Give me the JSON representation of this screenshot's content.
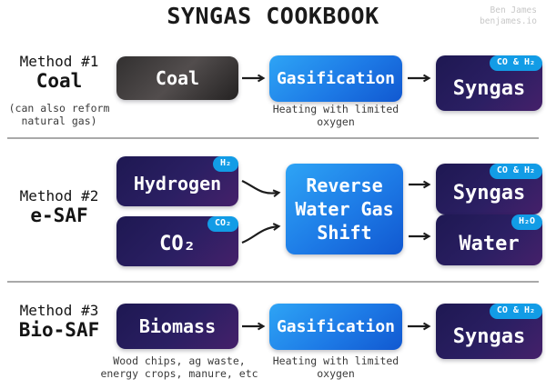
{
  "title": "SYNGAS COOKBOOK",
  "credit": {
    "name": "Ben James",
    "site": "benjames.io"
  },
  "colors": {
    "badge_blue": "#129ce6",
    "process_blue_start": "#2ea4f5",
    "process_blue_end": "#1158d0",
    "feedstock_dark_start": "#1e1852",
    "feedstock_dark_end": "#45206a",
    "coal_gray_start": "#323030",
    "coal_gray_end": "#242222",
    "arrow": "#1c1c1c",
    "divider_gray": "#a9a9a9",
    "credit_gray": "#c8c8c8"
  },
  "method1": {
    "label": "Method #1",
    "name": "Coal",
    "note1": "(can also reform",
    "note2": "natural gas)",
    "input": "Coal",
    "process": "Gasification",
    "process_caption1": "Heating with limited",
    "process_caption2": "oxygen",
    "output": "Syngas",
    "output_badge": "CO & H₂"
  },
  "method2": {
    "label": "Method #2",
    "name": "e-SAF",
    "input1": "Hydrogen",
    "input1_badge": "H₂",
    "input2": "CO₂",
    "input2_badge": "CO₂",
    "process_line1": "Reverse",
    "process_line2": "Water Gas",
    "process_line3": "Shift",
    "output1": "Syngas",
    "output1_badge": "CO & H₂",
    "output2": "Water",
    "output2_badge": "H₂O"
  },
  "method3": {
    "label": "Method #3",
    "name": "Bio-SAF",
    "input": "Biomass",
    "input_caption1": "Wood chips, ag waste,",
    "input_caption2": "energy crops, manure, etc",
    "process": "Gasification",
    "process_caption1": "Heating with limited",
    "process_caption2": "oxygen",
    "output": "Syngas",
    "output_badge": "CO & H₂"
  }
}
